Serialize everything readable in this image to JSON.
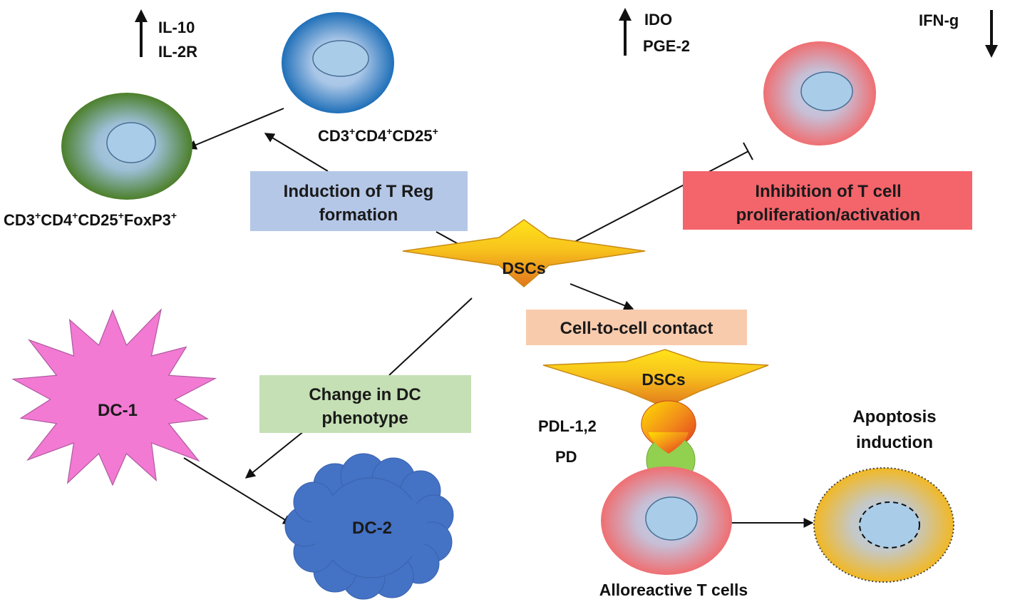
{
  "cells": {
    "treg_precursor": {
      "label_parts": [
        "CD3",
        "+",
        "CD4",
        "+",
        "CD25",
        "+"
      ]
    },
    "treg": {
      "label_parts": [
        "CD3",
        "+",
        "CD4",
        "+",
        "CD25",
        "+",
        "FoxP3",
        "+"
      ]
    },
    "dc1": {
      "label": "DC-1"
    },
    "dc2": {
      "label": "DC-2"
    },
    "inhibited_t_cell": {
      "label": ""
    },
    "alloreactive_t_cell": {
      "label": "Alloreactive T cells"
    },
    "apoptotic_cell": {
      "label_lines": [
        "Apoptosis",
        "induction"
      ]
    }
  },
  "dsc_center": {
    "label": "DSCs"
  },
  "dsc_contact": {
    "label": "DSCs"
  },
  "receptors": {
    "ligand_label": "PDL-1,2",
    "receptor_label": "PD"
  },
  "markers": {
    "up_left": {
      "direction": "up",
      "lines": [
        "IL-10",
        "IL-2R"
      ]
    },
    "up_middle": {
      "direction": "up",
      "lines": [
        "IDO",
        "PGE-2"
      ]
    },
    "down_right": {
      "direction": "down",
      "lines": [
        "IFN-g"
      ]
    }
  },
  "boxes": {
    "treg_induction": {
      "lines": [
        "Induction of T Reg",
        "formation"
      ],
      "color": "#b4c7e7"
    },
    "t_inhibition": {
      "lines": [
        "Inhibition of T cell",
        "proliferation/activation"
      ],
      "color": "#f4646b"
    },
    "cell_contact": {
      "lines": [
        "Cell-to-cell contact"
      ],
      "color": "#f8cbad"
    },
    "dc_change": {
      "lines": [
        "Change in DC",
        "phenotype"
      ],
      "color": "#c5e0b4"
    }
  },
  "colors": {
    "treg_precursor": "#1f6fb8",
    "treg": "#4c7f2a",
    "inhibited": "#ef6f72",
    "nucleus": "#a9cce8",
    "dc1": "#f27ad3",
    "dc2": "#4472c4",
    "dsc_yellow": "#ffe31a",
    "dsc_orange": "#e2751d",
    "apoptotic": "#f2b824",
    "receptor_pd": "#92d050"
  }
}
